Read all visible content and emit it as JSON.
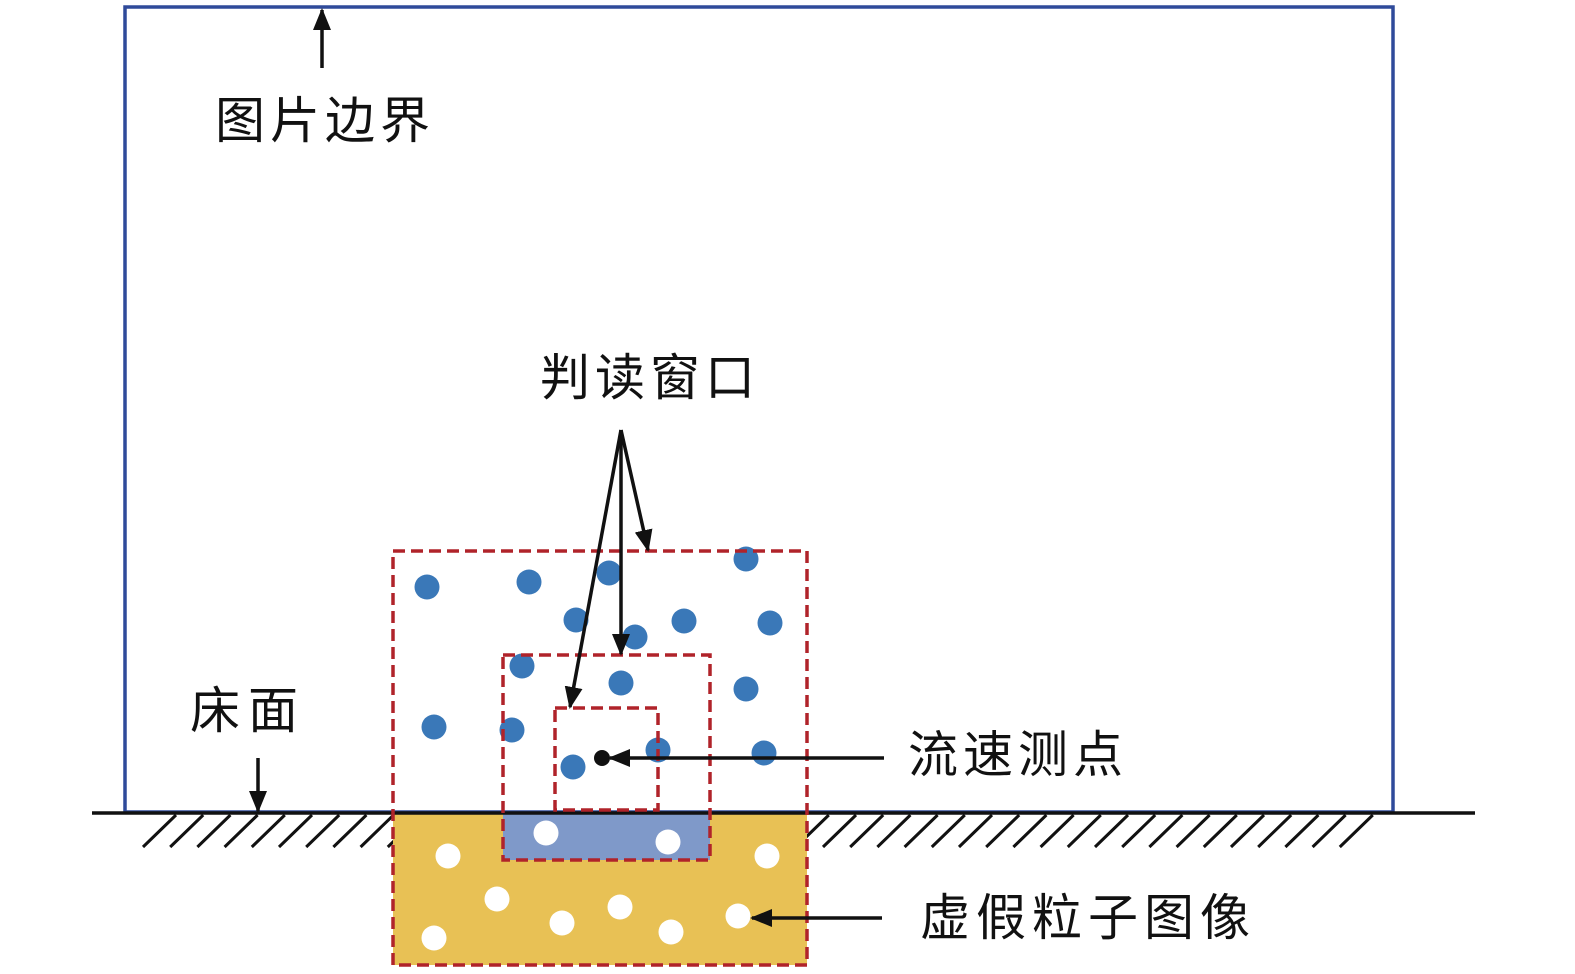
{
  "labels": {
    "image_boundary": "图片边界",
    "interrogation_window": "判读窗口",
    "bed_surface": "床面",
    "velocity_point": "流速测点",
    "false_particle_image": "虚假粒子图像"
  },
  "colors": {
    "boundary": "#2f4a9a",
    "window_dash": "#b0232a",
    "particle": "#3a78b8",
    "false_region": "#e8c155",
    "overlap_region": "#7f99c9",
    "false_particle": "#ffffff"
  }
}
